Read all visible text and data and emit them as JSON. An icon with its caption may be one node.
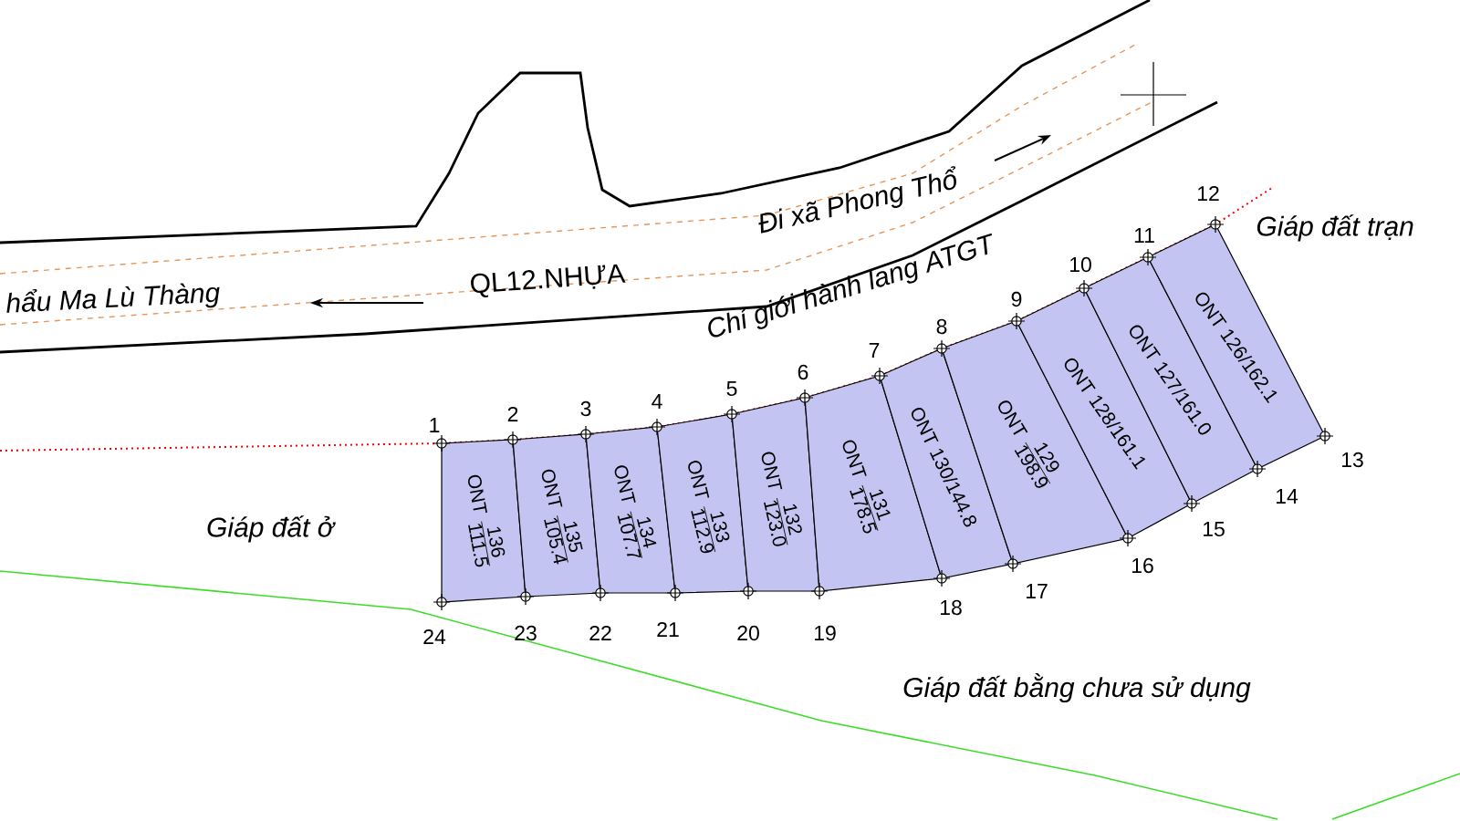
{
  "diagram": {
    "nodes": [
      {
        "text": [
          "ONT",
          "136",
          "111.5"
        ]
      },
      {
        "text": [
          "ONT",
          "135",
          "105.4"
        ]
      },
      {
        "text": [
          "ONT",
          "134",
          "107.7"
        ]
      },
      {
        "text": [
          "ONT",
          "133",
          "112.9"
        ]
      },
      {
        "text": [
          "ONT",
          "132",
          "123.0"
        ]
      },
      {
        "text": [
          "ONT",
          "131",
          "178.5"
        ]
      },
      {
        "text": [
          "ONT 130/144.8"
        ]
      },
      {
        "text": [
          "ONT",
          "129",
          "198.9"
        ]
      },
      {
        "text": [
          "ONT 128/161.1"
        ]
      },
      {
        "text": [
          "ONT 127/161.0"
        ]
      },
      {
        "text": [
          "ONT 126/162.1"
        ]
      }
    ],
    "labels": [
      "hẩu Ma Lù Thàng",
      "QL12.NHỰA",
      "Đi xã Phong Thổ",
      "Chỉ giới hành lang ATGT",
      "Giáp đất trạn",
      "1",
      "2",
      "3",
      "4",
      "5",
      "6",
      "7",
      "8",
      "9",
      "10",
      "11",
      "12",
      "13",
      "14",
      "15",
      "16",
      "17",
      "18",
      "19",
      "20",
      "21",
      "22",
      "23",
      "24",
      "Giáp đất ở",
      "Giáp đất bằng chưa sử dụng"
    ]
  }
}
